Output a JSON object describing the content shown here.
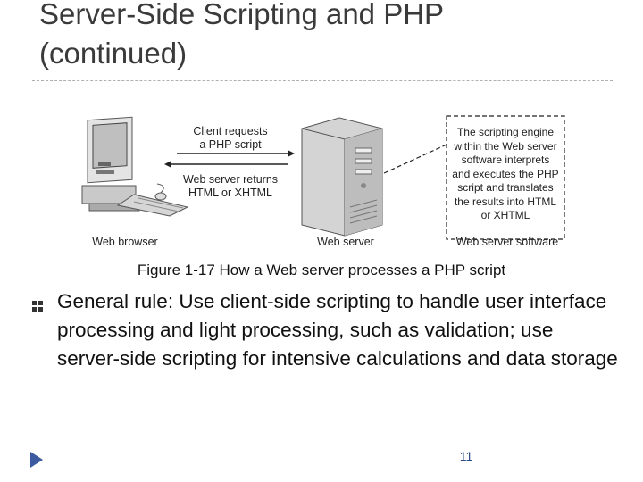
{
  "slide": {
    "title_line1": "Server-Side Scripting and PHP",
    "title_line2": "(continued)",
    "figure": {
      "client_requests": [
        "Client requests",
        "a PHP script"
      ],
      "server_returns": [
        "Web server returns",
        "HTML or XHTML"
      ],
      "engine_note": [
        "The scripting engine",
        "within the Web server",
        "software interprets",
        "and executes the PHP",
        "script and translates",
        "the results into HTML",
        "or XHTML"
      ],
      "label_browser": "Web browser",
      "label_server": "Web server",
      "label_software": "Web server software"
    },
    "caption": "Figure 1-17 How a Web server processes a PHP script",
    "bullet_text": "General rule: Use client-side scripting to handle user interface processing and light processing, such as validation; use server-side scripting for intensive calculations and data storage",
    "page_number": "11"
  },
  "colors": {
    "accent": "#2b4a8a",
    "rule": "#b0b0b0"
  },
  "icons": {
    "bullet": "square-bullet-icon",
    "nav": "triangle-arrow-icon"
  }
}
